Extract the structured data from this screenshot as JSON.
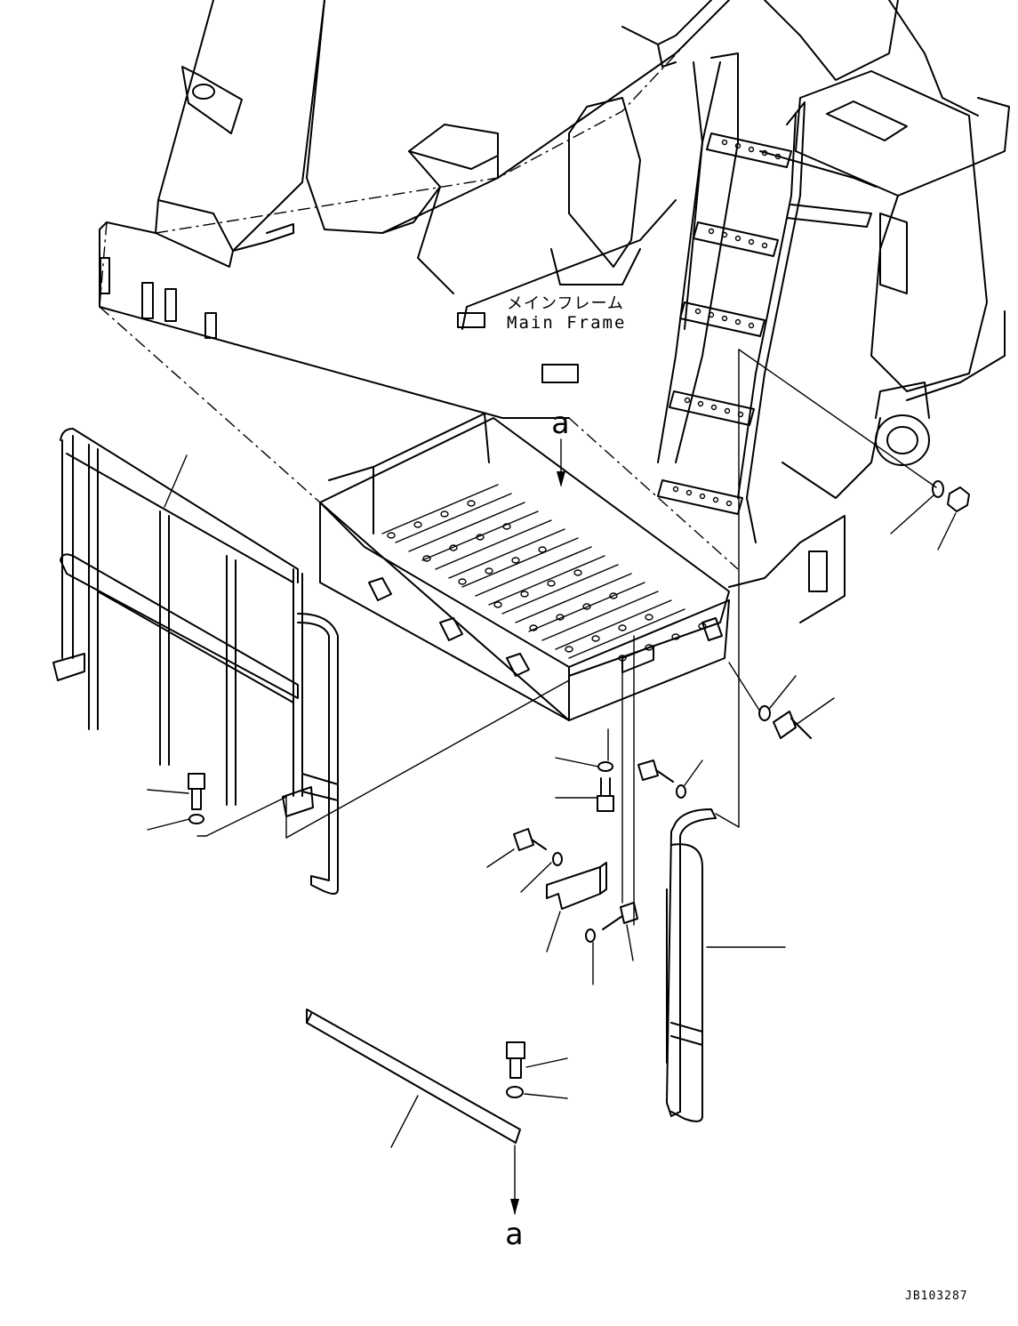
{
  "figure": {
    "main_frame_label_jp": "メインフレーム",
    "main_frame_label_en": "Main Frame",
    "view_reference_top": "a",
    "view_reference_bottom": "a",
    "drawing_number": "JB103287"
  }
}
